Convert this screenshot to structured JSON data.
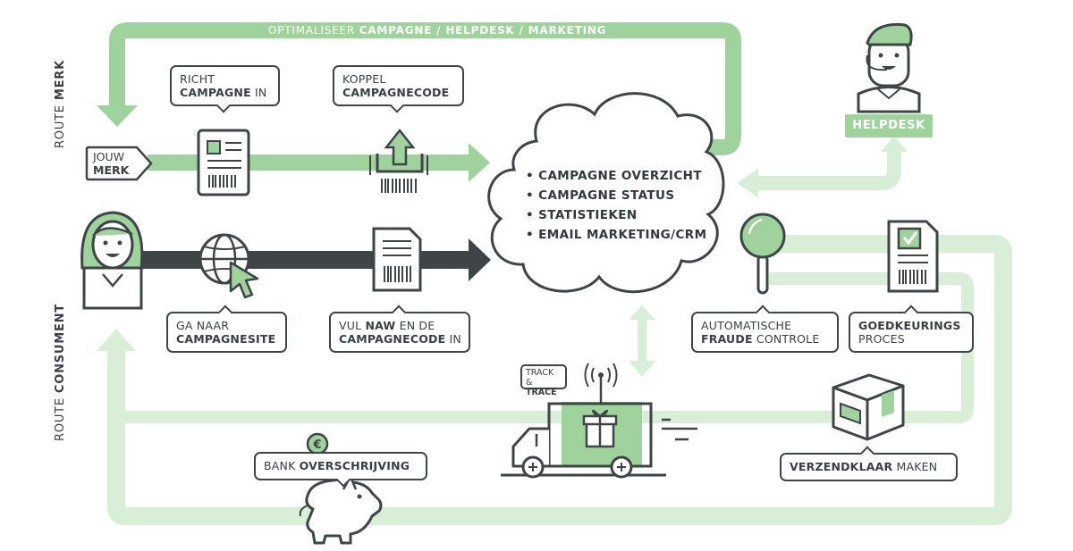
{
  "routes": {
    "merk_prefix": "ROUTE",
    "merk_bold": "MERK",
    "consument_prefix": "ROUTE",
    "consument_bold": "CONSUMENT"
  },
  "top_loop": {
    "prefix": "OPTIMALISEER",
    "bold": "CAMPAGNE / HELPDESK / MARKETING"
  },
  "labels": {
    "jouw_merk": {
      "line1": "JOUW",
      "line2_bold": "MERK"
    },
    "richt_campagne": {
      "line1": "RICHT",
      "line2_bold": "CAMPAGNE",
      "line2_rest": " IN"
    },
    "koppel_campagnecode": {
      "line1": "KOPPEL",
      "line2_bold": "CAMPAGNECODE"
    },
    "ga_naar": {
      "line1": "GA NAAR",
      "line2_bold": "CAMPAGNESITE"
    },
    "vul_naw": {
      "line1_pre": "VUL ",
      "line1_bold": "NAW",
      "line1_post": " EN DE",
      "line2_bold": "CAMPAGNECODE",
      "line2_rest": " IN"
    },
    "fraude": {
      "line1": "AUTOMATISCHE",
      "line2_bold": "FRAUDE",
      "line2_rest": " CONTROLE"
    },
    "goedkeuring": {
      "line1_bold": "GOEDKEURINGS",
      "line2": "PROCES"
    },
    "verzendklaar": {
      "bold": "VERZENDKLAAR",
      "rest": " MAKEN"
    },
    "bank": {
      "pre": "BANK ",
      "bold": "OVERSCHRIJVING"
    },
    "track_trace": {
      "line1": "TRACK &",
      "line2_bold": "TRACE"
    },
    "helpdesk": "HELPDESK"
  },
  "cloud_items": [
    "CAMPAGNE OVERZICHT",
    "CAMPAGNE STATUS",
    "STATISTIEKEN",
    "EMAIL MARKETING/CRM"
  ],
  "colors": {
    "green": "#9fd29c",
    "green_light": "#d8eed6",
    "dark": "#3f4547",
    "white": "#ffffff"
  },
  "icons": [
    "document-icon",
    "upload-barcode-icon",
    "globe-cursor-icon",
    "barcode-document-icon",
    "cloud-icon",
    "helpdesk-agent-icon",
    "magnifier-icon",
    "approved-document-icon",
    "package-box-icon",
    "delivery-truck-icon",
    "antenna-signal-icon",
    "gift-icon",
    "euro-coin-icon",
    "piggy-bank-icon",
    "woman-avatar-icon",
    "currency-euro-icon"
  ]
}
